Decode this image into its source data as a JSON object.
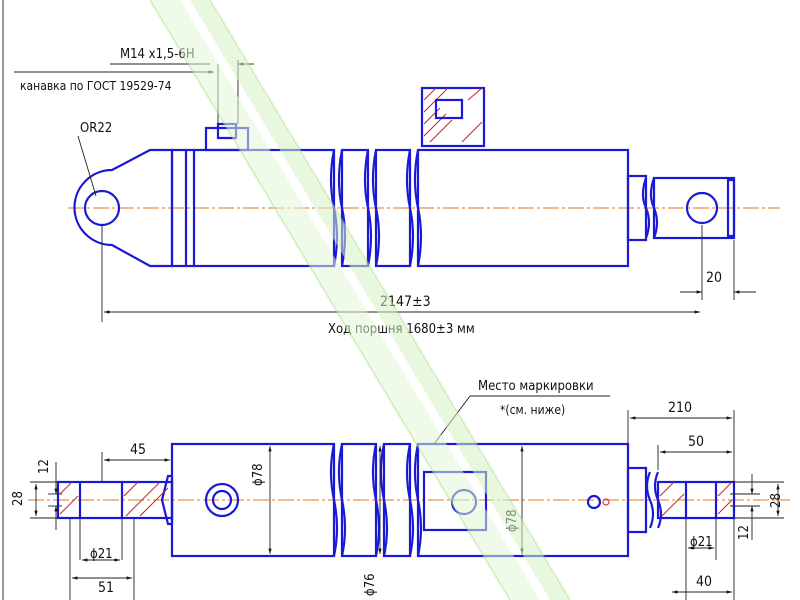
{
  "labels": {
    "thread": "М14 х1,5-6Н",
    "groove": "канавка по ГОСТ 19529-74",
    "radius": "OR22",
    "dim_2147": "2147±3",
    "stroke": "Ход поршня 1680±3 мм",
    "dim_20": "20",
    "marking_place": "Место маркировки",
    "marking_note": "*(см. ниже)",
    "dim_210": "210",
    "dim_50": "50",
    "dim_45": "45",
    "dim_12_left": "12",
    "dim_28_left": "28",
    "dim_phi21_left": "ϕ21",
    "dim_51": "51",
    "dim_phi78_left": "ϕ78",
    "dim_phi76": "ϕ76",
    "dim_phi78_right": "ϕ78",
    "dim_28_right": "28",
    "dim_12_right": "12",
    "dim_phi21_right": "ϕ21",
    "dim_40": "40"
  },
  "colors": {
    "outline": "#1a1ad6",
    "axis": "#e07a1f",
    "hatch": "#e01a1a",
    "watermark": "#c8f0b0"
  }
}
